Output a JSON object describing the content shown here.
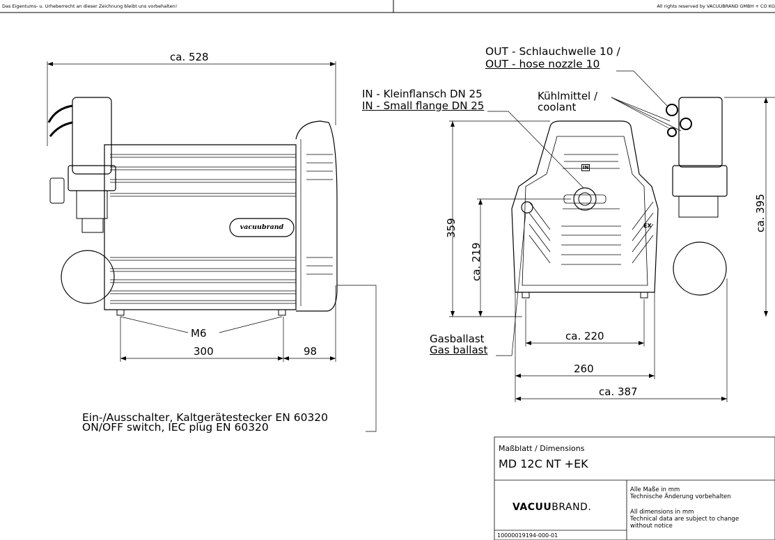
{
  "header": {
    "left_note": "Das Eigentums- u. Urheberrecht an dieser Zeichnung bleibt uns vorbehalten!",
    "right_note": "All rights reserved by VACUUBRAND GMBH + CO KG"
  },
  "side_view": {
    "dim_width": "ca. 528",
    "dim_thread": "M6",
    "dim_feet_spacing": "300",
    "dim_rear_offset": "98",
    "brand_badge": "vacuubrand",
    "switch_note_de": "Ein-/Ausschalter, Kaltgerätestecker EN 60320",
    "switch_note_en": "ON/OFF switch, IEC plug EN 60320"
  },
  "front_view": {
    "outlet_de": "OUT - Schlauchwelle 10 /",
    "outlet_en": "OUT - hose nozzle 10",
    "inlet_de": "IN - Kleinflansch DN 25",
    "inlet_en": "IN - Small flange DN 25",
    "coolant_de": "Kühlmittel /",
    "coolant_en": "coolant",
    "gas_ballast_de": "Gasballast",
    "gas_ballast_en": "Gas ballast",
    "dim_height": "359",
    "dim_inlet_height": "ca. 219",
    "dim_total_height": "ca. 395",
    "dim_feet_width": "ca. 220",
    "dim_base_width": "260",
    "dim_total_width": "ca. 387",
    "inlet_marker": "IN",
    "ex_marker": "EX"
  },
  "title_block": {
    "sheet_type": "Maßblatt / Dimensions",
    "model": "MD 12C NT +EK",
    "logo_bold": "VACUU",
    "logo_light": "BRAND.",
    "note_de_1": "Alle Maße in mm",
    "note_de_2": "Technische Änderung vorbehalten",
    "note_en_1": "All dimensions in mm",
    "note_en_2": "Technical data are subject to change",
    "note_en_3": "without notice",
    "doc_number": "10000019194-000-01"
  }
}
